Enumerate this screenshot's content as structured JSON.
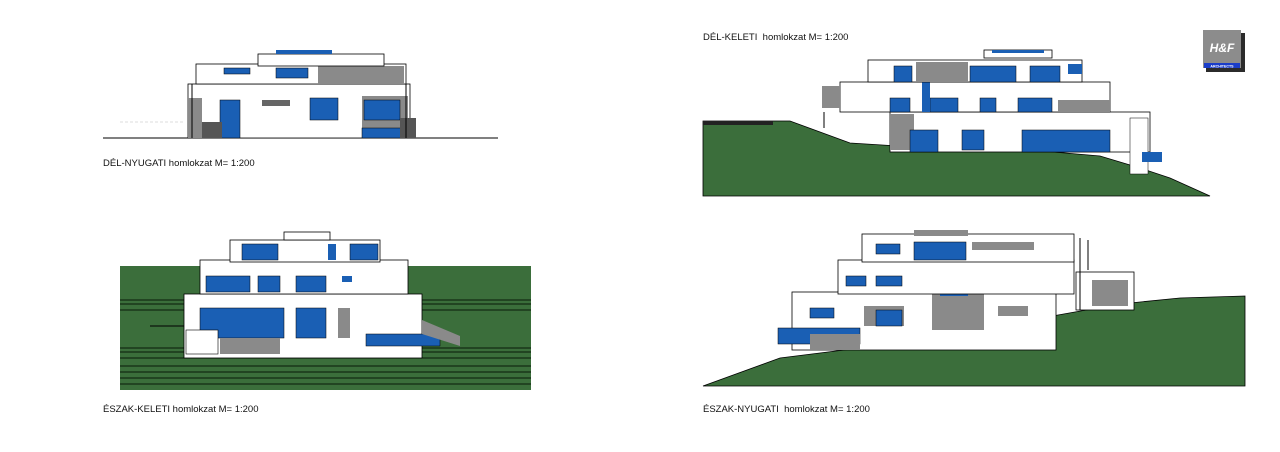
{
  "captions": {
    "sw": "DÉL-NYUGATI homlokzat M= 1:200",
    "se": "DÉL-KELETI  homlokzat M= 1:200",
    "ne": "ÉSZAK-KELETI homlokzat M= 1:200",
    "nw": "ÉSZAK-NYUGATI  homlokzat M= 1:200"
  },
  "logo": {
    "mark": "H&F",
    "sub": "ARCHITECTS"
  },
  "colors": {
    "glass": "#1a5fb4",
    "grass": "#3b6e3b",
    "shade": "#8a8a8a",
    "dark": "#555555",
    "wall": "#ffffff"
  }
}
